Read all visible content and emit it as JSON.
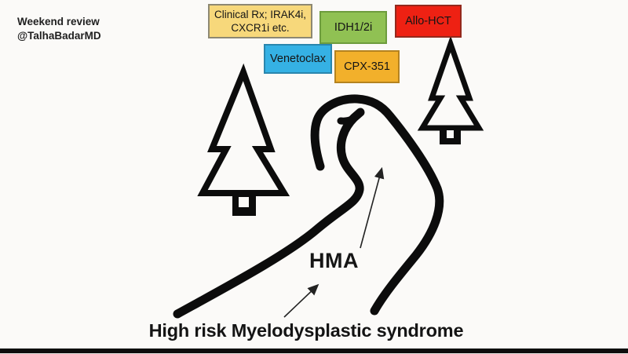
{
  "slide": {
    "background": "#fbfaf8",
    "attribution": {
      "line1": "Weekend review",
      "line2": "@TalhaBadarMD"
    },
    "treatment_boxes": [
      {
        "id": "clinical-rx",
        "label": "Clinical Rx; IRAK4i,\nCXCR1i etc.",
        "fill": "#f7d87b",
        "border": "#8d8872"
      },
      {
        "id": "idh1-2i",
        "label": "IDH1/2i",
        "fill": "#90c153",
        "border": "#6d9c3d"
      },
      {
        "id": "allo-hct",
        "label": "Allo-HCT",
        "fill": "#ee2113",
        "border": "#93291d"
      },
      {
        "id": "venetoclax",
        "label": "Venetoclax",
        "fill": "#35b1e4",
        "border": "#2a86ad"
      },
      {
        "id": "cpx-351",
        "label": "CPX-351",
        "fill": "#f2b02b",
        "border": "#b5831f"
      }
    ],
    "road_labels": {
      "hma": "HMA",
      "diagnosis": "High risk Myelodysplastic syndrome"
    },
    "icons": {
      "large_tree": "pine-tree-icon",
      "small_tree": "pine-tree-icon",
      "road": "winding-road",
      "arrows": "annotation-arrow"
    },
    "colors": {
      "ink": "#141414",
      "bottom_bar": "#0d0d0d"
    }
  }
}
